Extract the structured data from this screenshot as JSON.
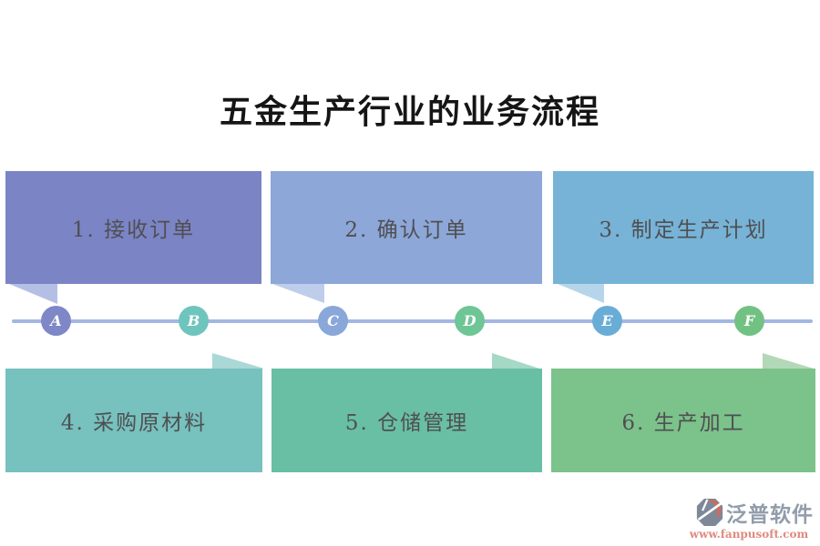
{
  "title": "五金生产行业的业务流程",
  "text_color": "#4f4f51",
  "steps_top": [
    {
      "label": "1. 接收订单",
      "color": "#7b84c5",
      "tail_color": "#b5bfe5"
    },
    {
      "label": "2. 确认订单",
      "color": "#8ca7d8",
      "tail_color": "#bdcdea"
    },
    {
      "label": "3. 制定生产计划",
      "color": "#77b3d7",
      "tail_color": "#b6d5ea"
    }
  ],
  "steps_bottom": [
    {
      "label": "4. 采购原材料",
      "color": "#77c1bf",
      "tail_color": "#a9d8d6"
    },
    {
      "label": "5. 仓储管理",
      "color": "#69bfa3",
      "tail_color": "#a5d8c5"
    },
    {
      "label": "6. 生产加工",
      "color": "#7cc28b",
      "tail_color": "#b2d8b8"
    }
  ],
  "timeline": {
    "line_color": "#a4b6e2",
    "nodes": [
      {
        "label": "A",
        "color": "#7e87c7"
      },
      {
        "label": "B",
        "color": "#6ec5bd"
      },
      {
        "label": "C",
        "color": "#8aa7d9"
      },
      {
        "label": "D",
        "color": "#6ec595"
      },
      {
        "label": "E",
        "color": "#69add7"
      },
      {
        "label": "F",
        "color": "#71c282"
      }
    ]
  },
  "footer": {
    "brand": "泛普软件",
    "url": "www.fanpusoft.com",
    "brand_color": "#929cab",
    "url_color": "#df8a80",
    "logo_gray": "#7e8898",
    "logo_coral": "#cf6a5e"
  }
}
